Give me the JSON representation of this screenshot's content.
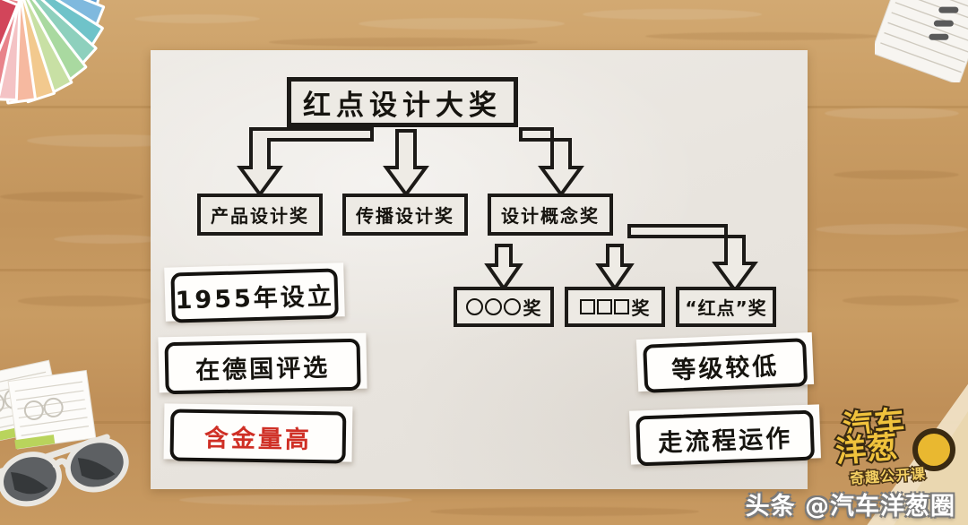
{
  "scene": {
    "surface": "wood-desk",
    "board_label": "whiteboard",
    "colors": {
      "desk": "#c79a62",
      "board": "#e9e5df",
      "ink": "#16140f",
      "accent_red": "#cf2f25",
      "logo_gold": "#f0c23c",
      "logo_outline": "#3a2a12"
    }
  },
  "diagram": {
    "title": "红点设计大奖",
    "categories": [
      {
        "label": "产品设计奖"
      },
      {
        "label": "传播设计奖"
      },
      {
        "label": "设计概念奖"
      }
    ],
    "levels": [
      {
        "label": "奖",
        "prefix_shape": "circle",
        "shape_count": 3
      },
      {
        "label": "奖",
        "prefix_shape": "square",
        "shape_count": 3
      },
      {
        "label": "“红点”奖",
        "prefix_shape": "none",
        "shape_count": 0
      }
    ]
  },
  "notes_left": [
    {
      "text": "1955年设立",
      "color": "ink"
    },
    {
      "text": "在德国评选",
      "color": "ink"
    },
    {
      "text": "含金量高",
      "color": "red"
    }
  ],
  "notes_right": [
    {
      "text": "等级较低",
      "color": "ink"
    },
    {
      "text": "走流程运作",
      "color": "ink"
    }
  ],
  "branding": {
    "logo_line1": "汽车",
    "logo_line2": "洋葱",
    "logo_tagline": "奇趣公开课",
    "watermark": "头条 @汽车洋葱圈"
  },
  "props": [
    {
      "name": "color-swatch-fan"
    },
    {
      "name": "spiral-notebook"
    },
    {
      "name": "lined-papers"
    },
    {
      "name": "sunglasses"
    }
  ]
}
